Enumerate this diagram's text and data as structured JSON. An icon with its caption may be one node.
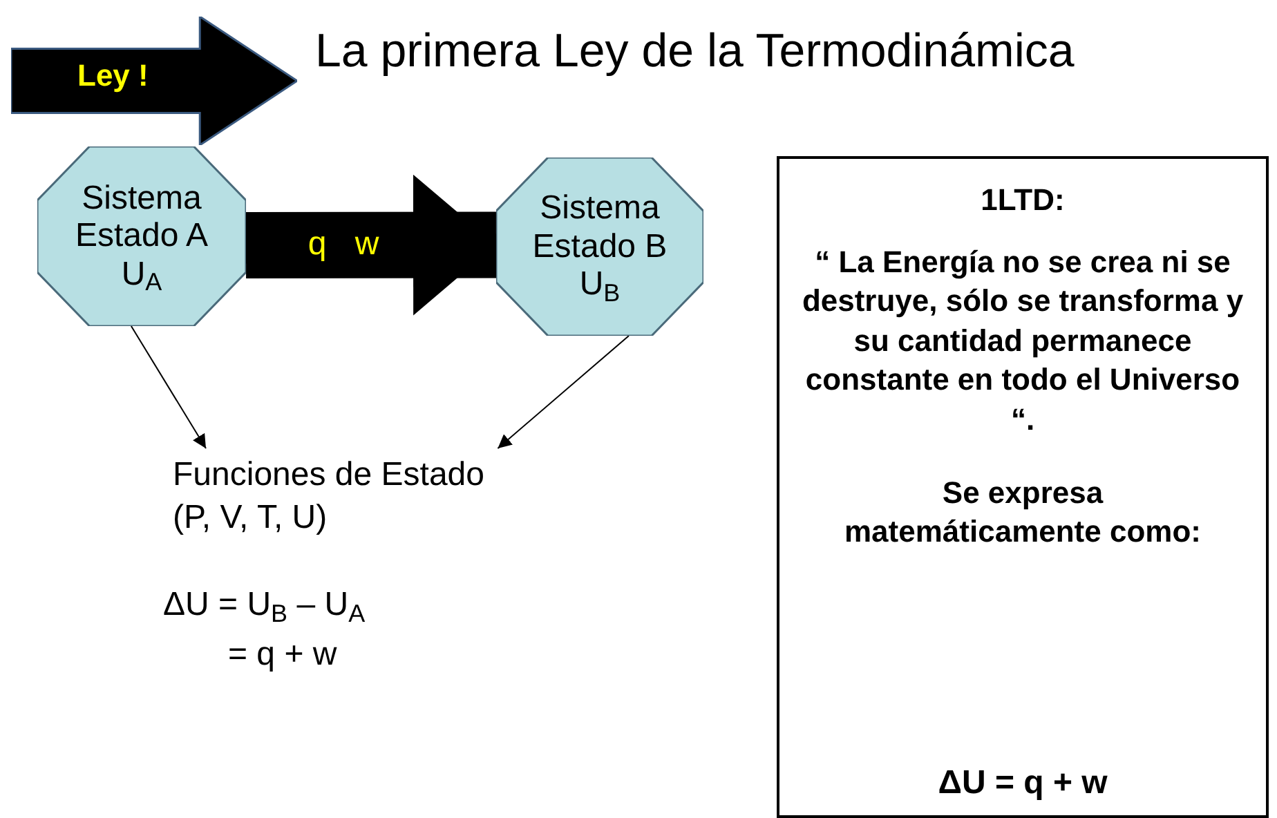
{
  "diagram": {
    "title": "La primera Ley de la Termodinámica",
    "nodes": [
      {
        "text": [
          "Ley !"
        ]
      },
      {
        "text": [
          "Sistema Estado A U$_{A}$"
        ]
      },
      {
        "text": [
          "Sistema Estado B U$_{B}$"
        ]
      },
      {
        "text": [
          "Funciones de Estado (P, V, T, U)"
        ]
      },
      {
        "text": [
          "1LTD:",
          "“ La Energía no se crea ni se destruye, sólo se transforma y su cantidad permanece constante en todo el Universo “.",
          "Se expresa matemáticamente como:",
          "ΔU = q + w"
        ]
      }
    ],
    "edges": [
      {
        "from": 1,
        "to": 2,
        "arrow": "to",
        "label": "q w",
        "style": "thick"
      },
      {
        "from": 1,
        "to": 3,
        "arrow": "to"
      },
      {
        "from": 2,
        "to": 3,
        "arrow": "to"
      }
    ],
    "labels": [
      "ΔU = U$_{B}$ – U$_{A}$",
      "= q + w"
    ]
  }
}
